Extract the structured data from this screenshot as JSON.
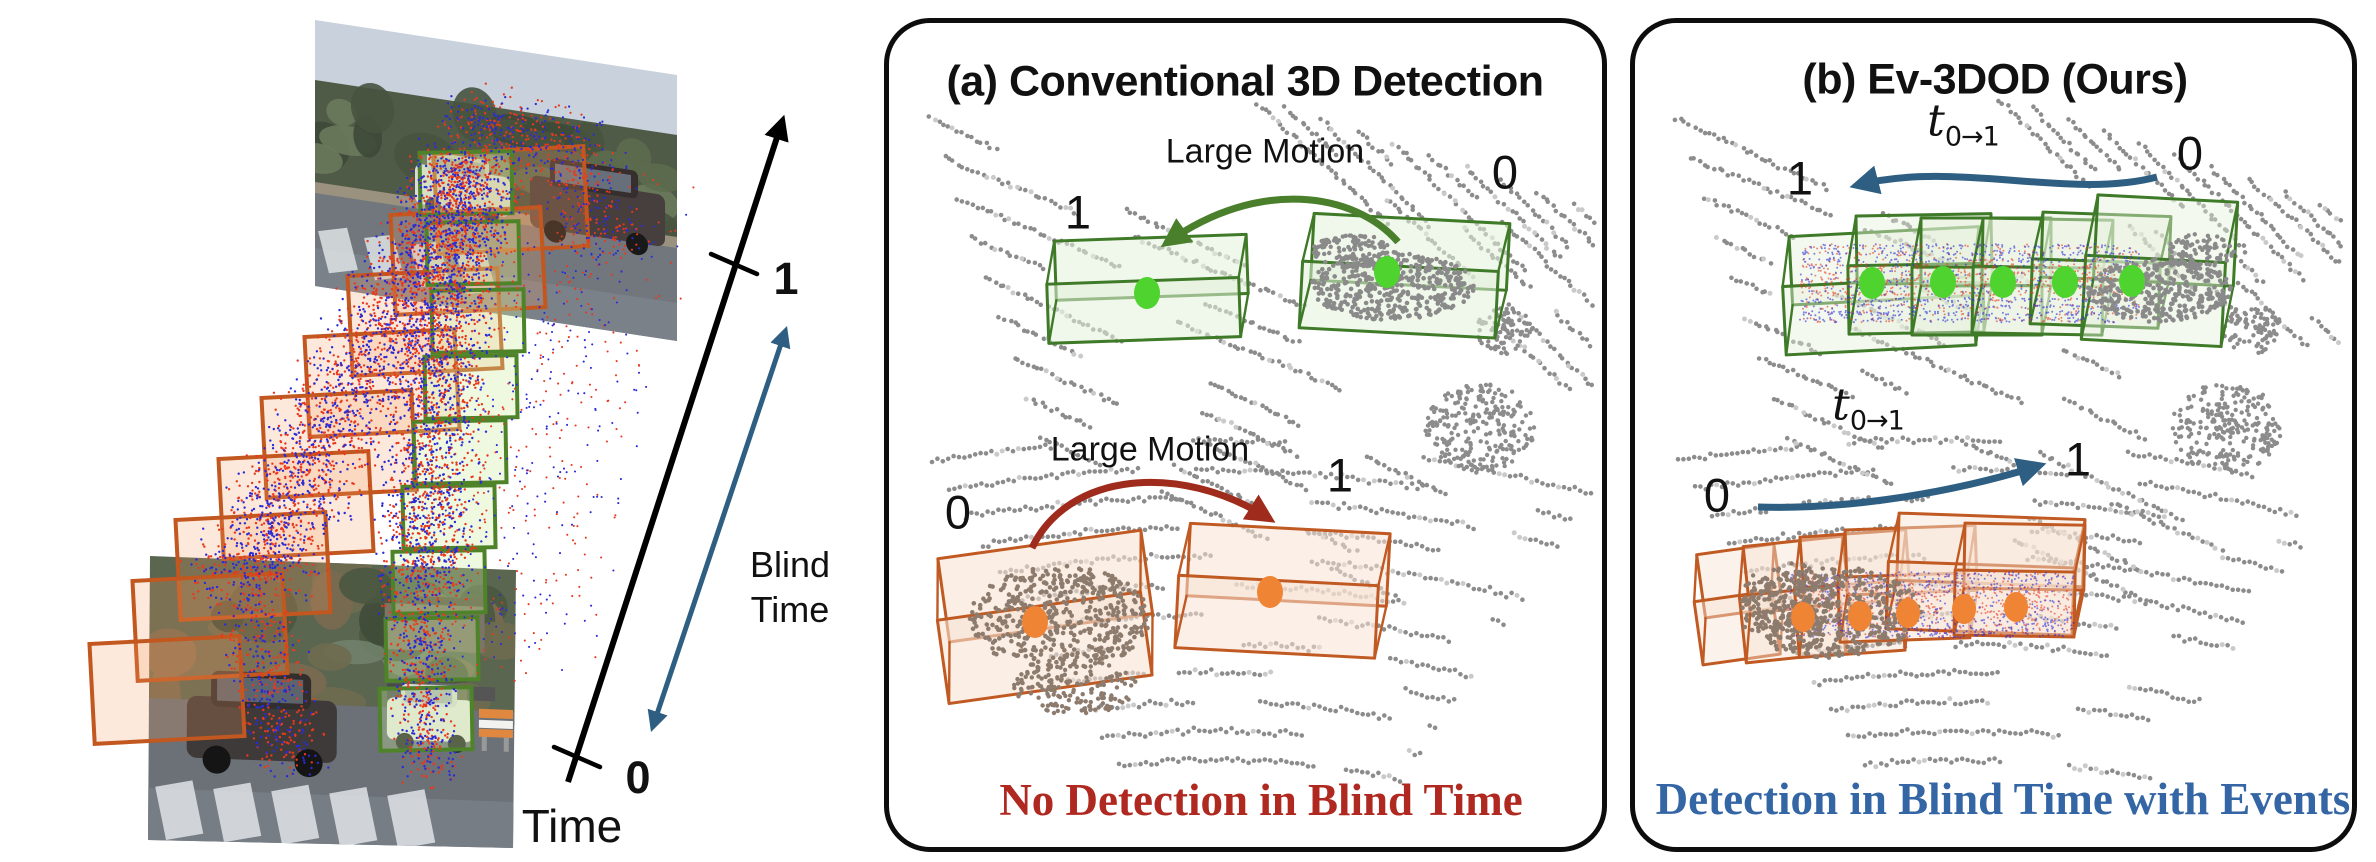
{
  "left_viz": {
    "label_1": "1",
    "label_0": "0",
    "blind_line1": "Blind",
    "blind_line2": "Time",
    "time_axis_label": "Time"
  },
  "panel_a": {
    "title": "(a) Conventional 3D Detection",
    "motion_label_top": "Large Motion",
    "motion_label_bottom": "Large Motion",
    "label_top_left": "1",
    "label_top_right": "0",
    "label_bottom_left": "0",
    "label_bottom_right": "1",
    "caption": "No Detection in Blind Time"
  },
  "panel_b": {
    "title": "(b) Ev-3DOD (Ours)",
    "interp_label_top": {
      "base": "t",
      "sub": "0→1"
    },
    "interp_label_mid": {
      "base": "t",
      "sub": "0→1"
    },
    "label_top_left": "1",
    "label_top_right": "0",
    "label_bottom_left": "0",
    "label_bottom_right": "1",
    "caption": "Detection in Blind Time with Events"
  },
  "colors": {
    "event_red": "#E8391F",
    "event_blue": "#2B2BD6",
    "lidar_gray": "#8C8C8C",
    "lidar_light": "#CACACA",
    "frame_orange": "#C2571F",
    "frame_green": "#4E8329",
    "box_green": "#3E7A28",
    "box_orange": "#C05A22",
    "dot_green": "#4FD32E",
    "dot_orange": "#EE8434",
    "arrow_green": "#4A7F2C",
    "arrow_red": "#9E2B1B",
    "arrow_blue": "#2E5F82",
    "axis_black": "#000000",
    "caption_red": "#B02920",
    "caption_blue": "#3465A4",
    "car_cluster_gray": "#8A8A8A",
    "car_cluster_brown": "#8D7B6D"
  }
}
